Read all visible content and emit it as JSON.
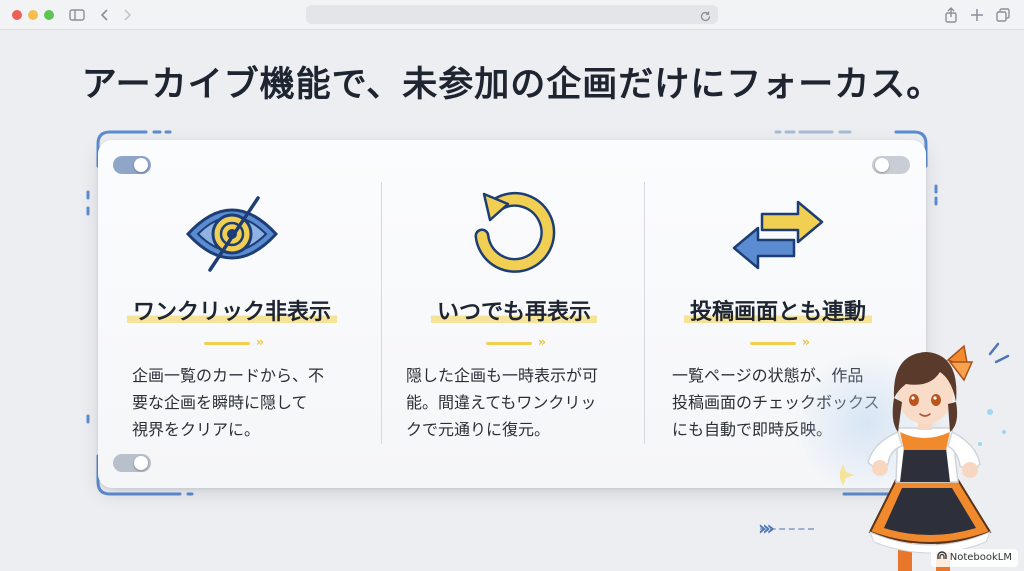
{
  "browser": {
    "icons": [
      "sidebar-icon",
      "back-icon",
      "forward-icon",
      "reload-icon",
      "share-icon",
      "new-tab-icon",
      "tabs-overview-icon"
    ]
  },
  "headline": "アーカイブ機能で、未参加の企画だけにフォーカス。",
  "features": [
    {
      "icon": "eye-slash-icon",
      "title": "ワンクリック非表示",
      "desc_lines": [
        "企画一覧のカードから、不",
        "要な企画を瞬時に隠して",
        "視界をクリアに。"
      ]
    },
    {
      "icon": "restore-icon",
      "title": "いつでも再表示",
      "desc_lines": [
        "隠した企画も一時表示が可",
        "能。間違えてもワンクリッ",
        "クで元通りに復元。"
      ]
    },
    {
      "icon": "sync-arrows-icon",
      "title": "投稿画面とも連動",
      "desc_lines": [
        "一覧ページの状態が、作品",
        "投稿画面のチェックボックス",
        "にも自動で即時反映。"
      ]
    }
  ],
  "colors": {
    "accent_blue": "#4f76b6",
    "accent_yellow": "#f1cf52",
    "highlight": "#f6e39a"
  },
  "watermark": "NotebookLM"
}
